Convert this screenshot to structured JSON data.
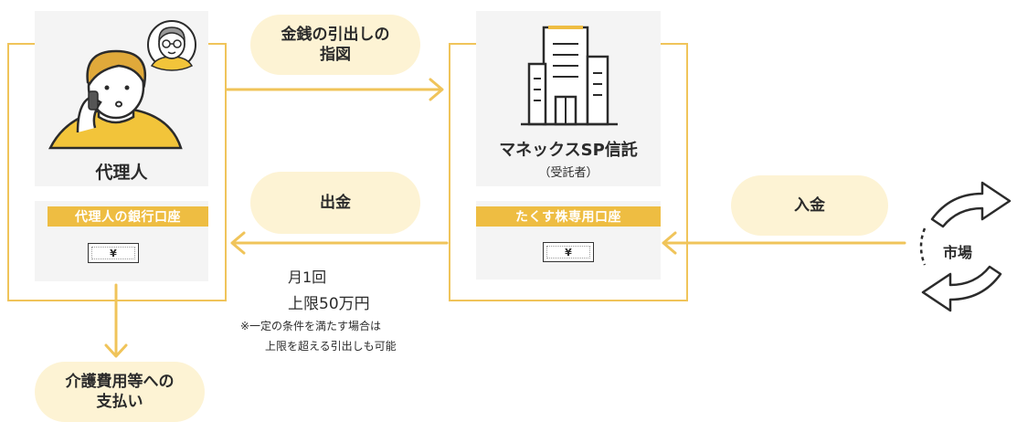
{
  "agent": {
    "name": "代理人",
    "bank_label": "代理人の銀行口座",
    "yen": "¥"
  },
  "trust": {
    "name": "マネックスSP信託",
    "role": "（受託者）",
    "account_label": "たくす株専用口座",
    "yen": "¥"
  },
  "flows": {
    "instruction_line1": "金銭の引出しの",
    "instruction_line2": "指図",
    "withdrawal": "出金",
    "deposit": "入金",
    "payment_line1": "介護費用等への",
    "payment_line2": "支払い"
  },
  "limits": {
    "frequency": "月1回",
    "amount": "上限50万円",
    "note_line1": "※一定の条件を満たす場合は",
    "note_line2": "上限を超える引出しも可能"
  },
  "market": {
    "label": "市場"
  },
  "colors": {
    "accent": "#eebd42",
    "frame": "#f0c45a",
    "bubble": "#fdf3d4",
    "card": "#f4f4f4"
  }
}
